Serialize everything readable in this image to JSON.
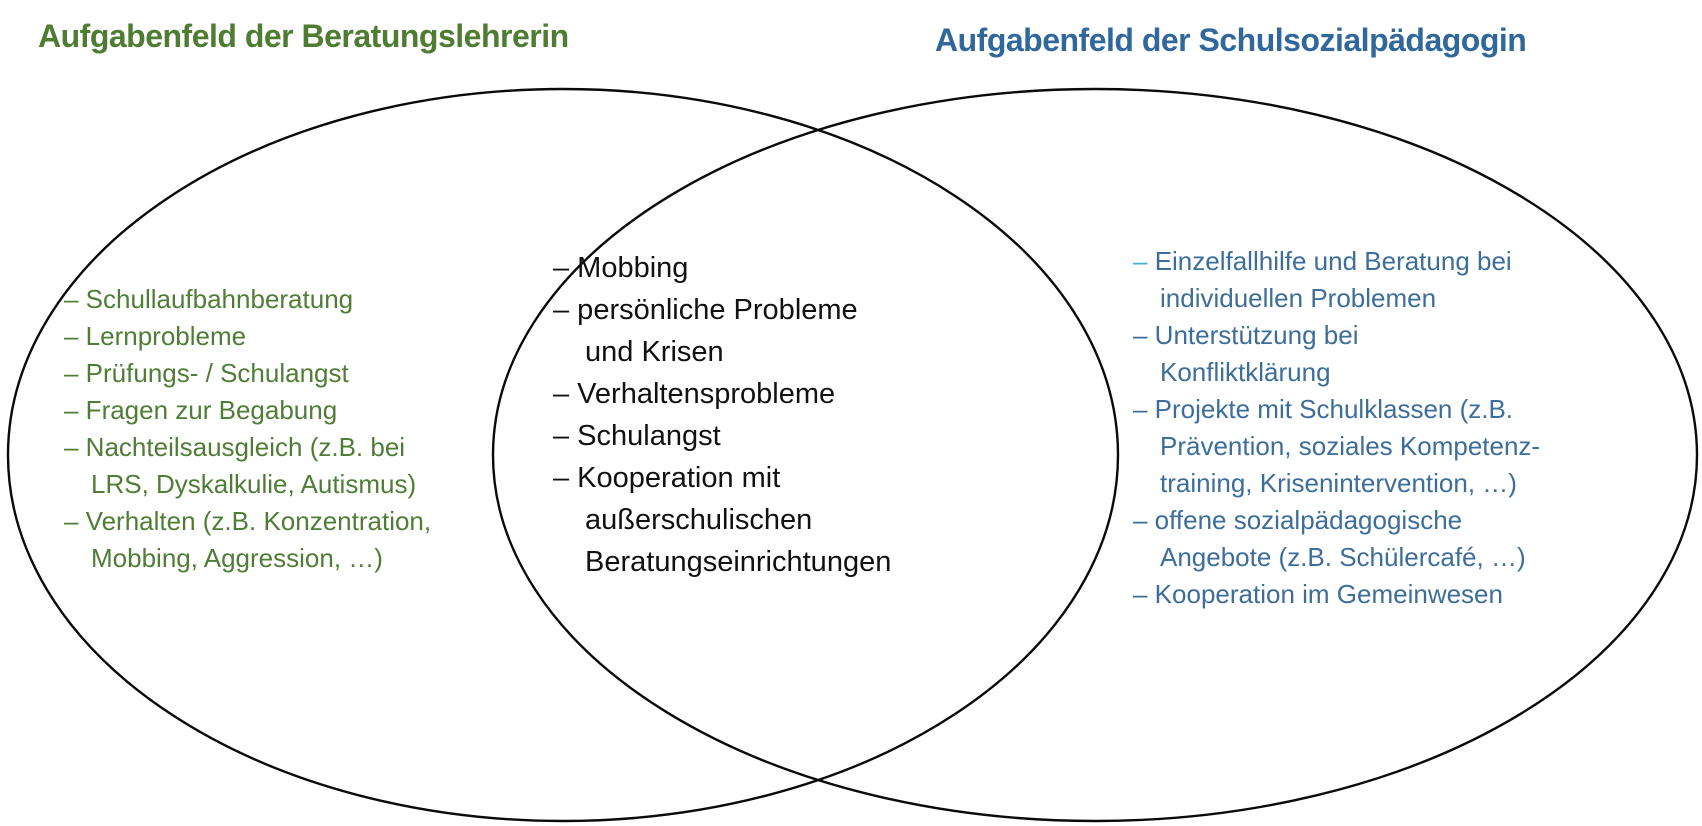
{
  "page": {
    "background": "#ffffff"
  },
  "diagram": {
    "type": "venn-2-ellipses",
    "ellipse_stroke": "#0a0a0a",
    "left_title": {
      "text": "Aufgabenfeld der Beratungslehrerin",
      "color": "#4d7c32"
    },
    "right_title": {
      "text": "Aufgabenfeld der Schulsozialpädagogin",
      "color": "#31689b"
    },
    "left_list": {
      "color": "#507d36",
      "items": [
        {
          "lines": [
            "– Schullaufbahnberatung"
          ]
        },
        {
          "lines": [
            "– Lernprobleme"
          ]
        },
        {
          "lines": [
            "– Prüfungs- / Schulangst"
          ]
        },
        {
          "lines": [
            "– Fragen zur Begabung"
          ]
        },
        {
          "lines": [
            "– Nachteilsausgleich (z.B. bei",
            "LRS, Dyskalkulie, Autismus)"
          ]
        },
        {
          "lines": [
            "– Verhalten (z.B. Konzentration,",
            "Mobbing, Aggression, …)"
          ]
        }
      ]
    },
    "center_list": {
      "color": "#111111",
      "items": [
        {
          "lines": [
            "– Mobbing"
          ]
        },
        {
          "lines": [
            "– persönliche Probleme",
            "und Krisen"
          ]
        },
        {
          "lines": [
            "– Verhaltensprobleme"
          ]
        },
        {
          "lines": [
            "– Schulangst"
          ]
        },
        {
          "lines": [
            "– Kooperation mit",
            "außerschulischen",
            "Beratungseinrichtungen"
          ]
        }
      ]
    },
    "right_list": {
      "color": "#3d6e99",
      "first_dash_color": "#3eb1e0",
      "items": [
        {
          "lines": [
            "– Einzelfallhilfe und Beratung bei",
            "individuellen Problemen"
          ]
        },
        {
          "lines": [
            "– Unterstützung bei",
            "Konfliktklärung"
          ]
        },
        {
          "lines": [
            "– Projekte mit Schulklassen (z.B.",
            "Prävention, soziales Kompetenz-",
            "training, Krisenintervention, …)"
          ]
        },
        {
          "lines": [
            "– offene sozialpädagogische",
            "Angebote (z.B. Schülercafé, …)"
          ]
        },
        {
          "lines": [
            "– Kooperation im Gemeinwesen"
          ]
        }
      ]
    }
  }
}
